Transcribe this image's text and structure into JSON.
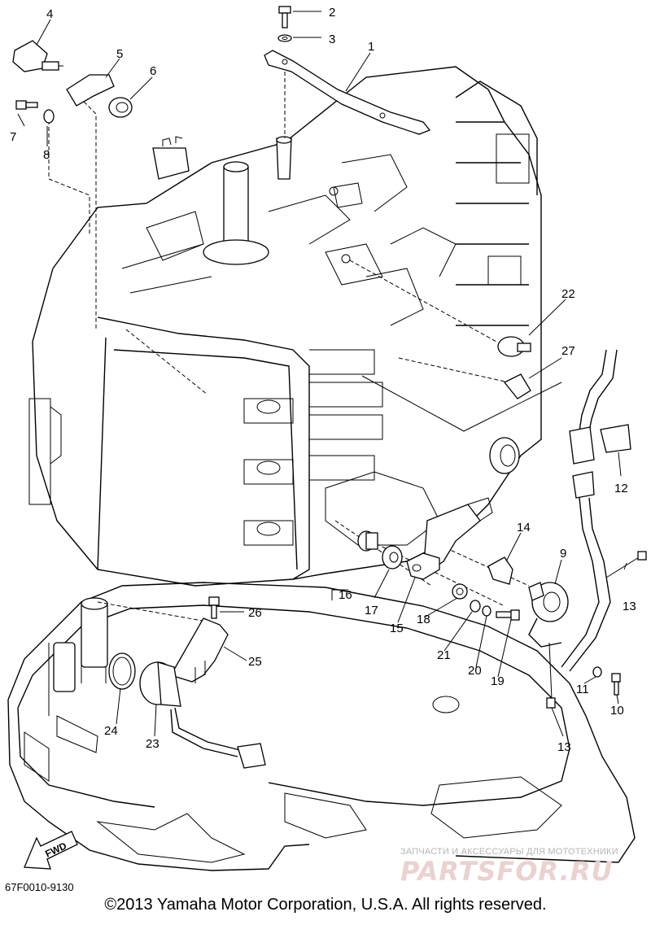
{
  "diagram": {
    "callouts": {
      "c1": "1",
      "c2": "2",
      "c3": "3",
      "c4": "4",
      "c5": "5",
      "c6": "6",
      "c7": "7",
      "c8": "8",
      "c9": "9",
      "c10": "10",
      "c11": "11",
      "c12": "12",
      "c13a": "13",
      "c13b": "13",
      "c14": "14",
      "c15": "15",
      "c16": "16",
      "c17": "17",
      "c18": "18",
      "c19": "19",
      "c20": "20",
      "c21": "21",
      "c22": "22",
      "c23": "23",
      "c24": "24",
      "c25": "25",
      "c26": "26",
      "c27": "27"
    },
    "fwd_label": "FWD",
    "drawing_code": "67F0010-9130",
    "copyright": "©2013 Yamaha Motor Corporation, U.S.A. All rights reserved.",
    "watermark_line1": "ЗАПЧАСТИ И АКСЕССУАРЫ ДЛЯ МОТОТЕХНИКИ",
    "watermark_line2": "PARTSFOR.RU"
  },
  "colors": {
    "ink": "#000000",
    "watermark_text": "#b5b5b5",
    "watermark_logo": "#ead2d0"
  }
}
